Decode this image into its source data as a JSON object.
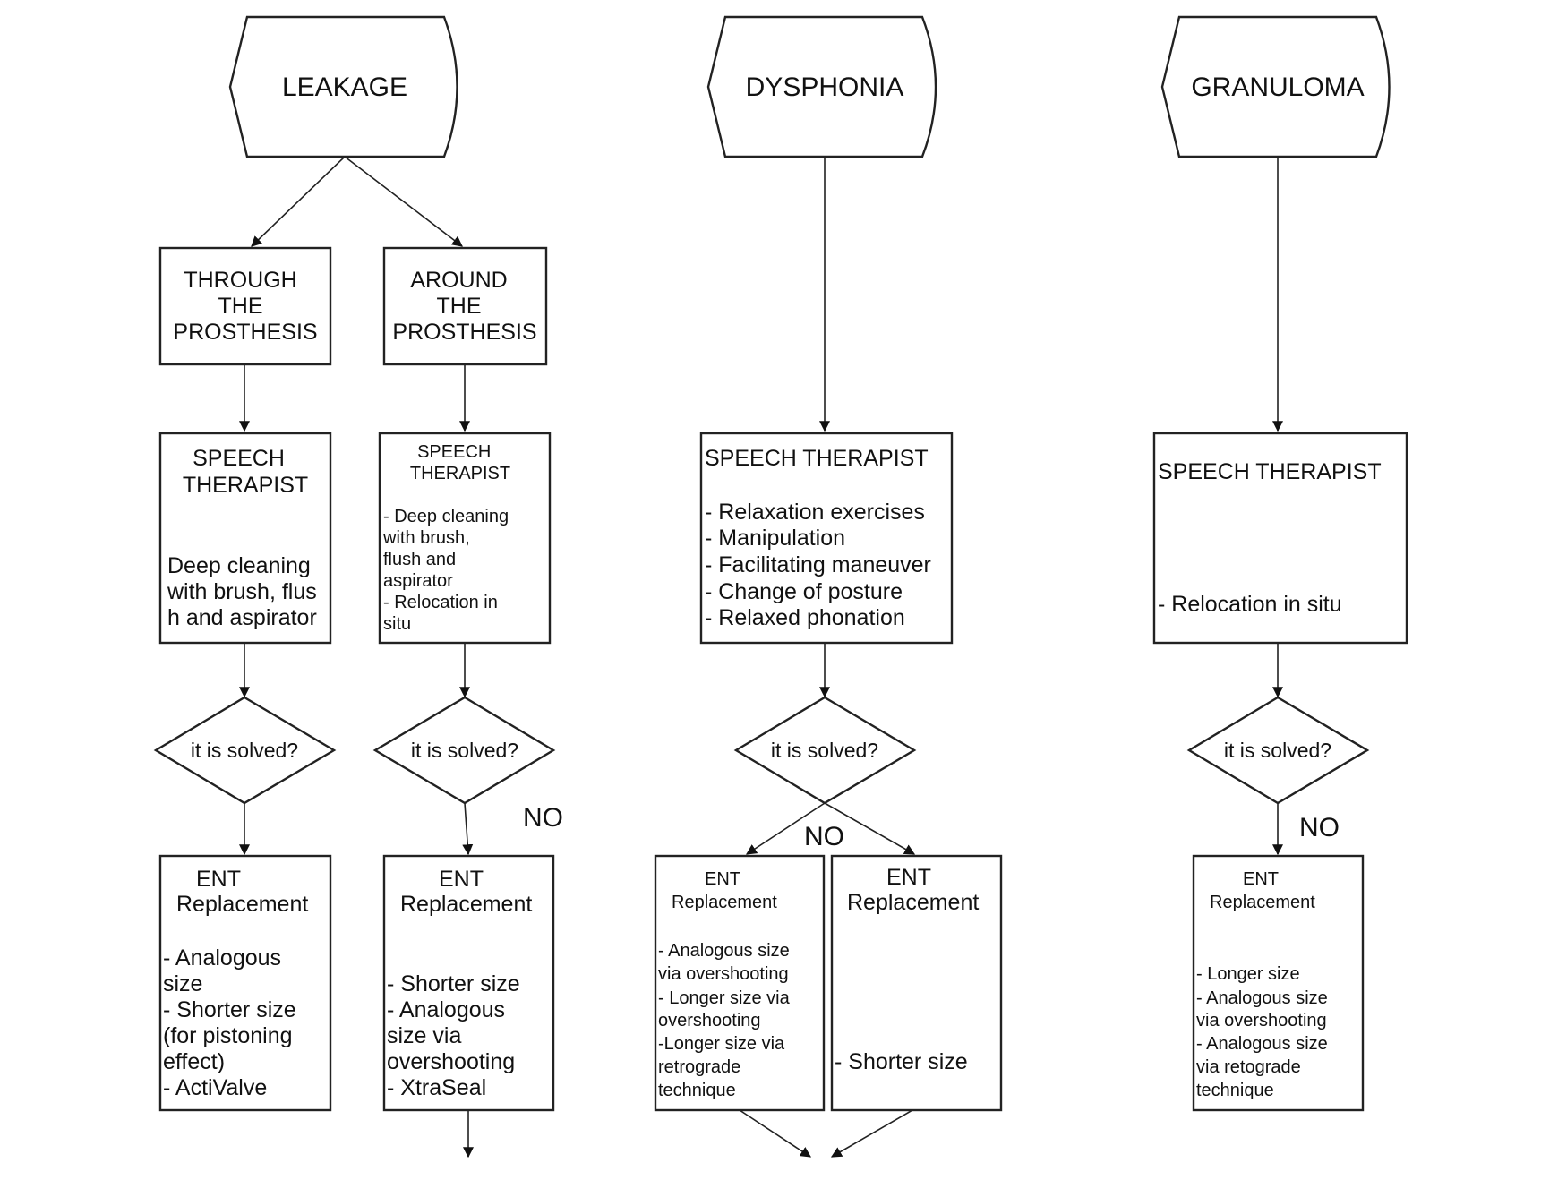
{
  "flowchart": {
    "columns": [
      {
        "start": "LEAKAGE",
        "branches": [
          "THROUGH THE PROSTHESIS",
          "AROUND THE PROSTHESIS"
        ]
      },
      {
        "start": "DYSPHONIA"
      },
      {
        "start": "GRANULOMA"
      }
    ],
    "branch_boxes": {
      "through": [
        "THROUGH",
        "THE",
        "PROSTHESIS"
      ],
      "around": [
        "AROUND",
        "THE",
        "PROSTHESIS"
      ]
    },
    "speech_therapist_boxes": {
      "through": {
        "title": [
          "SPEECH",
          "THERAPIST"
        ],
        "items": [
          "Deep cleaning",
          "with brush, flus",
          "h and aspirator"
        ]
      },
      "around": {
        "title": [
          "SPEECH",
          "THERAPIST"
        ],
        "items": [
          "- Deep cleaning",
          "with brush,",
          "flush and",
          "aspirator",
          "- Relocation in",
          "situ"
        ]
      },
      "dysphonia": {
        "title": "SPEECH THERAPIST",
        "items": [
          "- Relaxation exercises",
          "- Manipulation",
          "- Facilitating maneuver",
          "- Change of posture",
          "- Relaxed phonation"
        ]
      },
      "granuloma": {
        "title": "SPEECH THERAPIST",
        "items": [
          "- Relocation in situ"
        ]
      }
    },
    "decision_label": "it is solved?",
    "no_label": "NO",
    "ent_boxes": {
      "through": {
        "title": [
          "ENT",
          "Replacement"
        ],
        "items": [
          "- Analogous",
          "size",
          "- Shorter size",
          "(for pistoning",
          "effect)",
          "- ActiValve"
        ]
      },
      "around": {
        "title": [
          "ENT",
          "Replacement"
        ],
        "items": [
          "- Shorter size",
          "- Analogous",
          "size via",
          "overshooting",
          "- XtraSeal"
        ]
      },
      "dysphonia_a": {
        "title": [
          "ENT",
          "Replacement"
        ],
        "items": [
          "- Analogous size",
          "via overshooting",
          "- Longer size via",
          "overshooting",
          "-Longer size via",
          "retrograde",
          "technique"
        ]
      },
      "dysphonia_b": {
        "title": [
          "ENT",
          "Replacement"
        ],
        "items": [
          "- Shorter size"
        ]
      },
      "granuloma": {
        "title": [
          "ENT",
          "Replacement"
        ],
        "items": [
          "- Longer size",
          "- Analogous size",
          "via overshooting",
          "- Analogous size",
          "via retograde",
          "technique"
        ]
      }
    }
  }
}
